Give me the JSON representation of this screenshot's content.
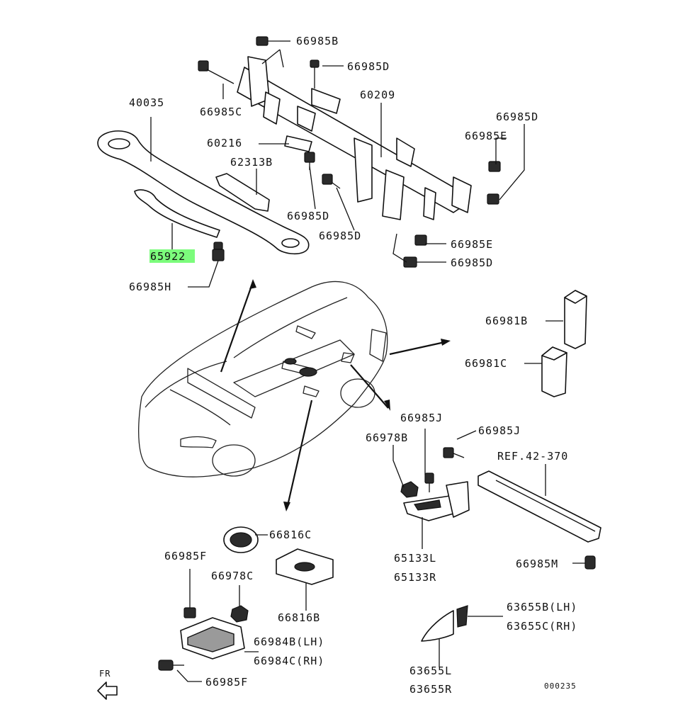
{
  "diagram": {
    "highlight_color": "#7CFC7C",
    "highlighted_part": "65922",
    "corner_code": "000235",
    "front_marker": "FR",
    "labels": {
      "p66985B": "66985B",
      "p66985D_top": "66985D",
      "p40035": "40035",
      "p66985C": "66985C",
      "p60209": "60209",
      "p66985D_right": "66985D",
      "p66985E_right": "66985E",
      "p60216": "60216",
      "p62313B": "62313B",
      "p66985D_mid": "66985D",
      "p66985D_mid2": "66985D",
      "p66985E_low": "66985E",
      "p66985D_low": "66985D",
      "p65922": "65922",
      "p66985H": "66985H",
      "p66981B": "66981B",
      "p66981C": "66981C",
      "p66985J_a": "66985J",
      "p66985J_b": "66985J",
      "p66978B": "66978B",
      "ref": "REF.42-370",
      "p66816C": "66816C",
      "p66985F_top": "66985F",
      "p66978C": "66978C",
      "p65133L": "65133L",
      "p65133R": "65133R",
      "p66985M": "66985M",
      "p66816B": "66816B",
      "p63655B": "63655B(LH)",
      "p63655C": "63655C(RH)",
      "p66984B": "66984B(LH)",
      "p66984C": "66984C(RH)",
      "p63655L": "63655L",
      "p63655R": "63655R",
      "p66985F_bot": "66985F"
    }
  }
}
